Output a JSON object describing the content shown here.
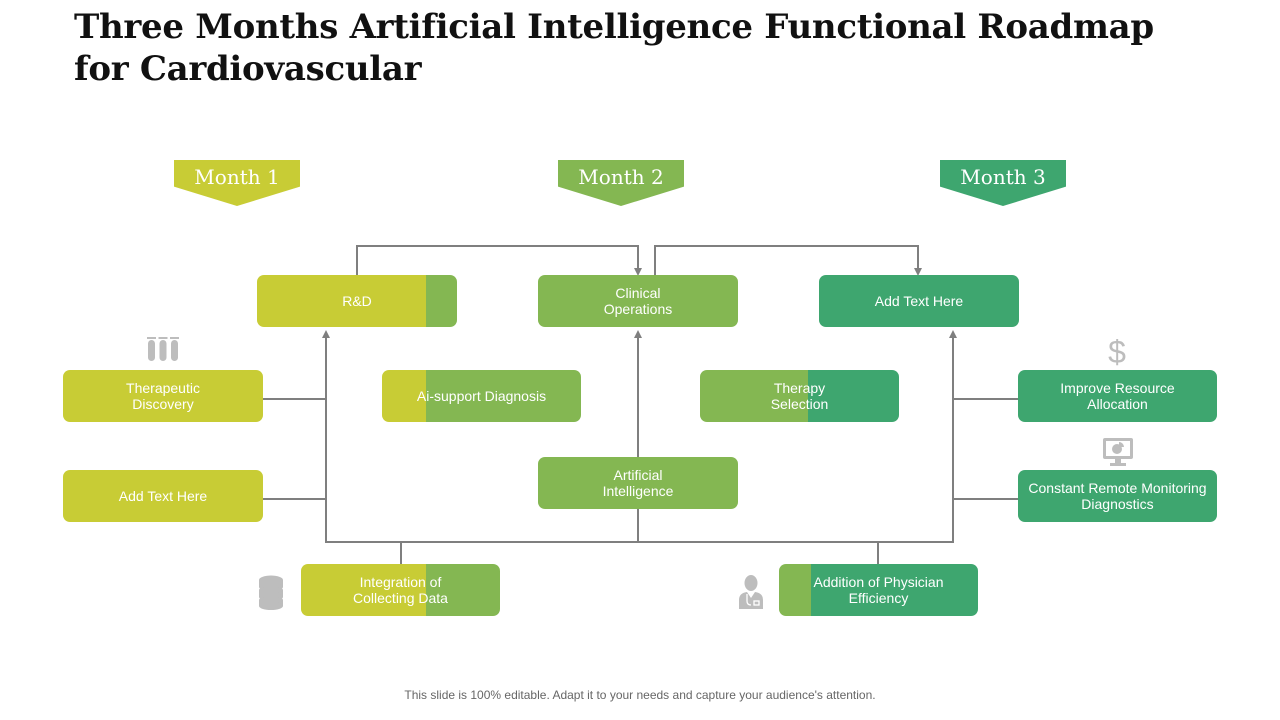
{
  "title": "Three Months Artificial Intelligence Functional Roadmap for Cardiovascular",
  "colors": {
    "lime": "#c8cc35",
    "green": "#84b752",
    "teal": "#3ea66f",
    "connector": "#7f7f7f",
    "icon": "#bdbdbd"
  },
  "months": [
    {
      "label": "Month 1"
    },
    {
      "label": "Month 2"
    },
    {
      "label": "Month 3"
    }
  ],
  "boxes": {
    "rnd": "R&D",
    "clinical_operations": "Clinical\nOperations",
    "add_text_top": "Add Text Here",
    "therapeutic_discovery": "Therapeutic\nDiscovery",
    "ai_support_diagnosis": "Ai-support Diagnosis",
    "therapy_selection": "Therapy\nSelection",
    "improve_resource_allocation": "Improve Resource\nAllocation",
    "add_text_left": "Add Text Here",
    "artificial_intelligence": "Artificial\nIntelligence",
    "constant_remote_monitoring": "Constant Remote Monitoring\nDiagnostics",
    "integration_collecting_data": "Integration of\nCollecting Data",
    "addition_physician_efficiency": "Addition of Physician\nEfficiency"
  },
  "icons": {
    "test_tubes": "test-tubes-icon",
    "dollar": "dollar-icon",
    "monitor_chart": "monitor-chart-icon",
    "database": "database-icon",
    "physician": "physician-icon"
  },
  "footer": "This slide is 100% editable. Adapt it to your needs and capture your audience's attention."
}
